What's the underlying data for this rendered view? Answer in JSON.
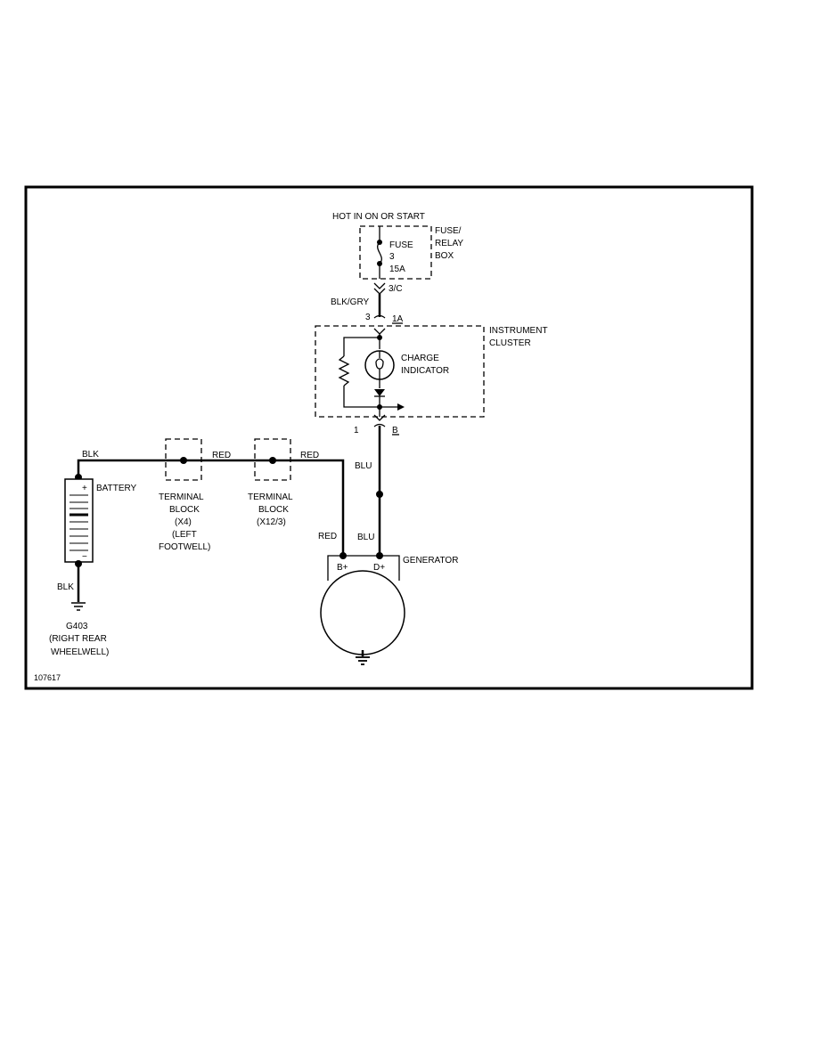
{
  "labels": {
    "hot": "HOT IN ON OR START",
    "fuse_relay_1": "FUSE/",
    "fuse_relay_2": "RELAY",
    "fuse_relay_3": "BOX",
    "fuse": "FUSE",
    "fuse_num": "3",
    "fuse_amp": "15A",
    "conn_3c": "3/C",
    "blk_gry": "BLK/GRY",
    "pin_3": "3",
    "pin_1a": "1A",
    "cluster_1": "INSTRUMENT",
    "cluster_2": "CLUSTER",
    "charge_1": "CHARGE",
    "charge_2": "INDICATOR",
    "pin_1": "1",
    "pin_b": "B",
    "blu_upper": "BLU",
    "blu_lower": "BLU",
    "blk_top": "BLK",
    "red_1": "RED",
    "red_2": "RED",
    "red_3": "RED",
    "battery": "BATTERY",
    "tb1_1": "TERMINAL",
    "tb1_2": "BLOCK",
    "tb1_3": "(X4)",
    "tb1_4": "(LEFT",
    "tb1_5": "FOOTWELL)",
    "tb2_1": "TERMINAL",
    "tb2_2": "BLOCK",
    "tb2_3": "(X12/3)",
    "b_plus": "B+",
    "d_plus": "D+",
    "generator": "GENERATOR",
    "blk_bottom": "BLK",
    "g403": "G403",
    "g403_2": "(RIGHT REAR",
    "g403_3": "WHEELWELL)",
    "fig_id": "107617",
    "bat_plus": "+",
    "bat_minus": "−"
  },
  "colors": {
    "line": "#000000",
    "background": "#ffffff"
  }
}
